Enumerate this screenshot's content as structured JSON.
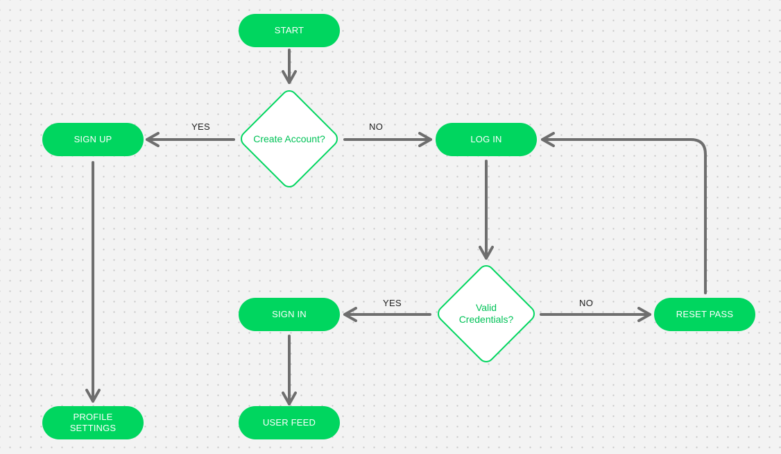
{
  "nodes": {
    "start": "START",
    "sign_up": "SIGN UP",
    "log_in": "LOG  IN",
    "sign_in": "SIGN IN",
    "reset_pass": "RESET PASS",
    "profile_settings": "PROFILE\nSETTINGS",
    "user_feed": "USER FEED"
  },
  "decisions": {
    "create_account": "Create Account?",
    "valid_credentials": "Valid\nCredentials?"
  },
  "edge_labels": {
    "create_yes": "YES",
    "create_no": "NO",
    "valid_yes": "YES",
    "valid_no": "NO"
  },
  "colors": {
    "node_fill": "#00d65f",
    "connector": "#6e6e6e",
    "background": "#f3f3f3"
  }
}
